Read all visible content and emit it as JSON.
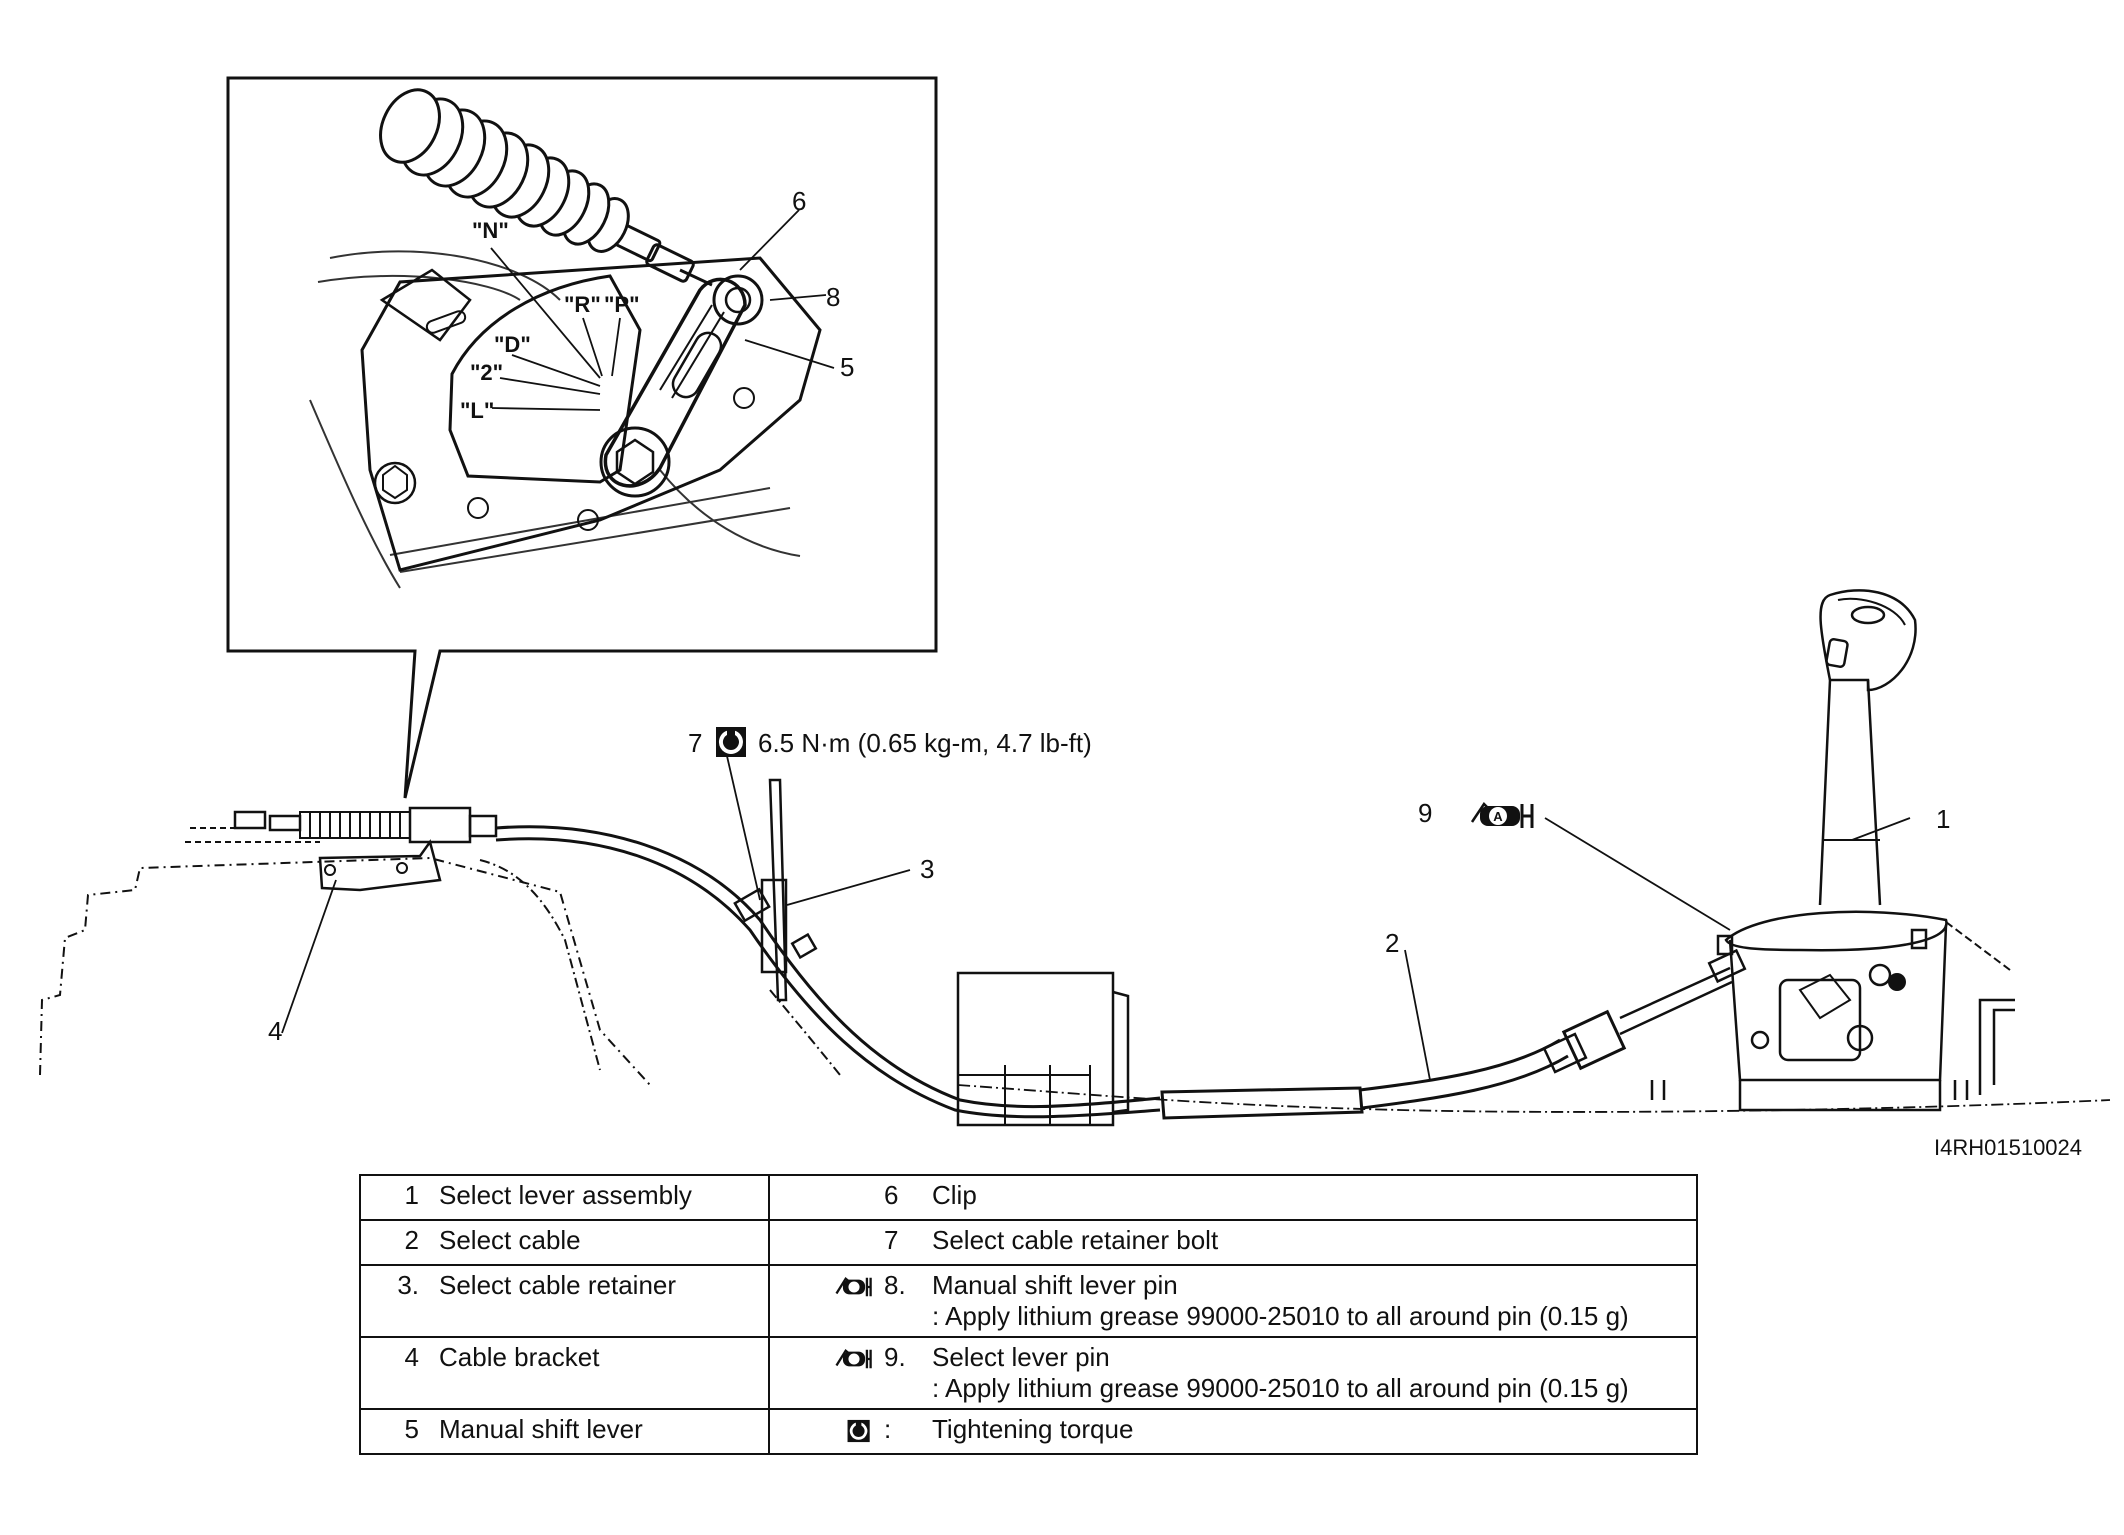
{
  "inset": {
    "gear_labels": [
      "\"N\"",
      "\"D\"",
      "\"2\"",
      "\"L\"",
      "\"R\"",
      "\"P\""
    ],
    "callouts": [
      "6",
      "8",
      "5"
    ]
  },
  "main": {
    "callouts": {
      "one": "1",
      "two": "2",
      "three": "3",
      "four": "4",
      "seven": "7",
      "nine": "9"
    },
    "torque_spec": "6.5 N·m (0.65 kg-m, 4.7 lb-ft)",
    "figure_code": "I4RH01510024"
  },
  "legend": {
    "rows": [
      {
        "left_num": "1",
        "left_label": "Select lever assembly",
        "right_icon": "",
        "right_num": "6",
        "right_label": "Clip",
        "right_note": ""
      },
      {
        "left_num": "2",
        "left_label": "Select cable",
        "right_icon": "",
        "right_num": "7",
        "right_label": "Select cable retainer bolt",
        "right_note": ""
      },
      {
        "left_num": "3.",
        "left_label": "Select cable retainer",
        "right_icon": "grease-icon",
        "right_num": "8.",
        "right_label": "Manual shift lever pin",
        "right_note": ": Apply lithium grease 99000-25010 to all around pin (0.15 g)"
      },
      {
        "left_num": "4",
        "left_label": "Cable bracket",
        "right_icon": "grease-icon",
        "right_num": "9.",
        "right_label": "Select lever pin",
        "right_note": ": Apply lithium grease 99000-25010 to all around pin (0.15 g)"
      },
      {
        "left_num": "5",
        "left_label": "Manual shift lever",
        "right_icon": "torque-icon",
        "right_num": ":",
        "right_label": "Tightening torque",
        "right_note": ""
      }
    ]
  }
}
